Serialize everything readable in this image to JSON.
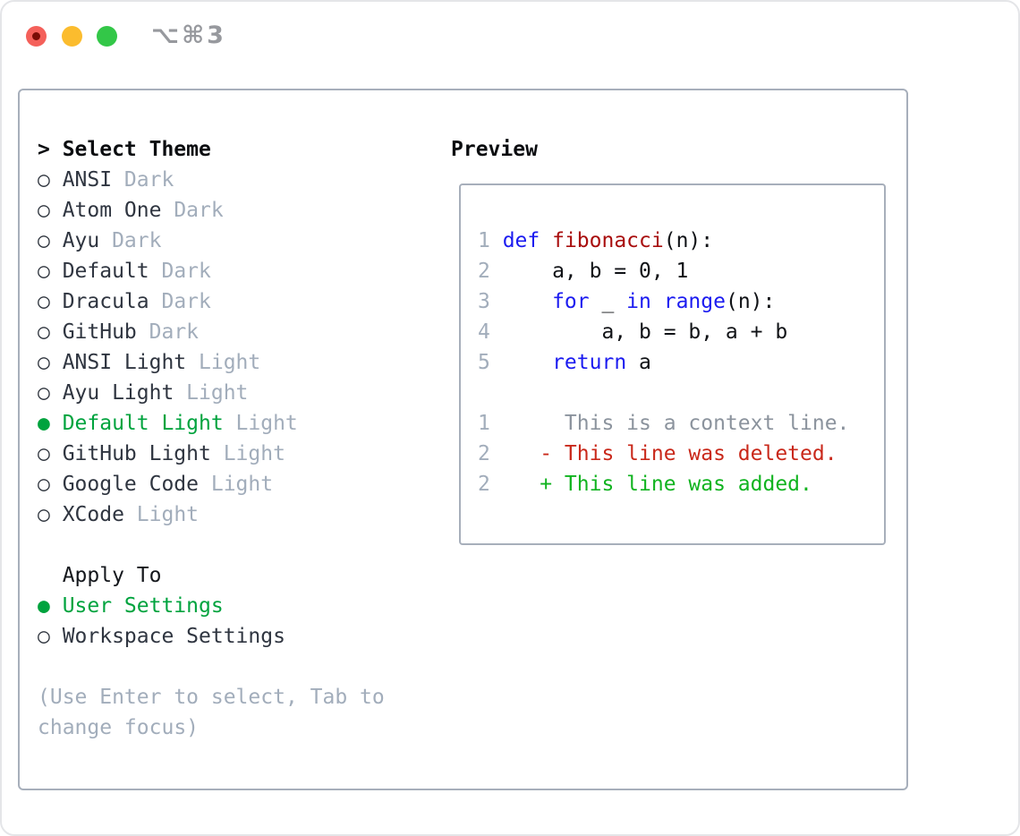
{
  "window": {
    "title": "⌥⌘3"
  },
  "colors": {
    "selected_green": "#00A33E",
    "added_green": "#10B31F",
    "deleted_red": "#C9281A",
    "keyword_blue": "#1B1BF0",
    "function_red": "#A80D0D",
    "muted_gray": "#A2ADBB",
    "context_gray": "#8B939D",
    "border_gray": "#A7AFBB",
    "traffic_red": "#F4605A",
    "traffic_yellow": "#FBBC2E",
    "traffic_green": "#33C748"
  },
  "theme_panel": {
    "header": {
      "marker": ">",
      "label": "Select Theme"
    },
    "radio_unselected": "○",
    "radio_selected": "●",
    "items": [
      {
        "name": "ANSI",
        "variant": "Dark",
        "selected": false
      },
      {
        "name": "Atom One",
        "variant": "Dark",
        "selected": false
      },
      {
        "name": "Ayu",
        "variant": "Dark",
        "selected": false
      },
      {
        "name": "Default",
        "variant": "Dark",
        "selected": false
      },
      {
        "name": "Dracula",
        "variant": "Dark",
        "selected": false
      },
      {
        "name": "GitHub",
        "variant": "Dark",
        "selected": false
      },
      {
        "name": "ANSI Light",
        "variant": "Light",
        "selected": false
      },
      {
        "name": "Ayu Light",
        "variant": "Light",
        "selected": false
      },
      {
        "name": "Default Light",
        "variant": "Light",
        "selected": true
      },
      {
        "name": "GitHub Light",
        "variant": "Light",
        "selected": false
      },
      {
        "name": "Google Code",
        "variant": "Light",
        "selected": false
      },
      {
        "name": "XCode",
        "variant": "Light",
        "selected": false
      }
    ],
    "apply_to": {
      "label": "Apply To",
      "options": [
        {
          "label": "User Settings",
          "selected": true
        },
        {
          "label": "Workspace Settings",
          "selected": false
        }
      ]
    },
    "hint_lines": [
      "(Use Enter to select, Tab to",
      "change focus)"
    ]
  },
  "preview": {
    "label": "Preview",
    "lines": [
      {
        "num": "1",
        "tokens": [
          [
            "def",
            "kw"
          ],
          [
            " ",
            "pl"
          ],
          [
            "fibonacci",
            "fn"
          ],
          [
            "(n):",
            "pl"
          ]
        ]
      },
      {
        "num": "2",
        "tokens": [
          [
            "    a, b = 0, 1",
            "pl"
          ]
        ]
      },
      {
        "num": "3",
        "tokens": [
          [
            "    ",
            "pl"
          ],
          [
            "for",
            "kw"
          ],
          [
            " _ ",
            "pl"
          ],
          [
            "in",
            "kw"
          ],
          [
            " ",
            "pl"
          ],
          [
            "range",
            "kw"
          ],
          [
            "(n):",
            "pl"
          ]
        ]
      },
      {
        "num": "4",
        "tokens": [
          [
            "        a, b = b, a + b",
            "pl"
          ]
        ]
      },
      {
        "num": "5",
        "tokens": [
          [
            "    ",
            "pl"
          ],
          [
            "return",
            "kw"
          ],
          [
            " a",
            "pl"
          ]
        ]
      },
      {
        "num": "",
        "tokens": []
      },
      {
        "num": "1",
        "tokens": [
          [
            "     This is a context line.",
            "ctx"
          ]
        ]
      },
      {
        "num": "2",
        "tokens": [
          [
            "   - This line was deleted.",
            "del"
          ]
        ]
      },
      {
        "num": "2",
        "tokens": [
          [
            "   + This line was added.",
            "add"
          ]
        ]
      }
    ]
  }
}
